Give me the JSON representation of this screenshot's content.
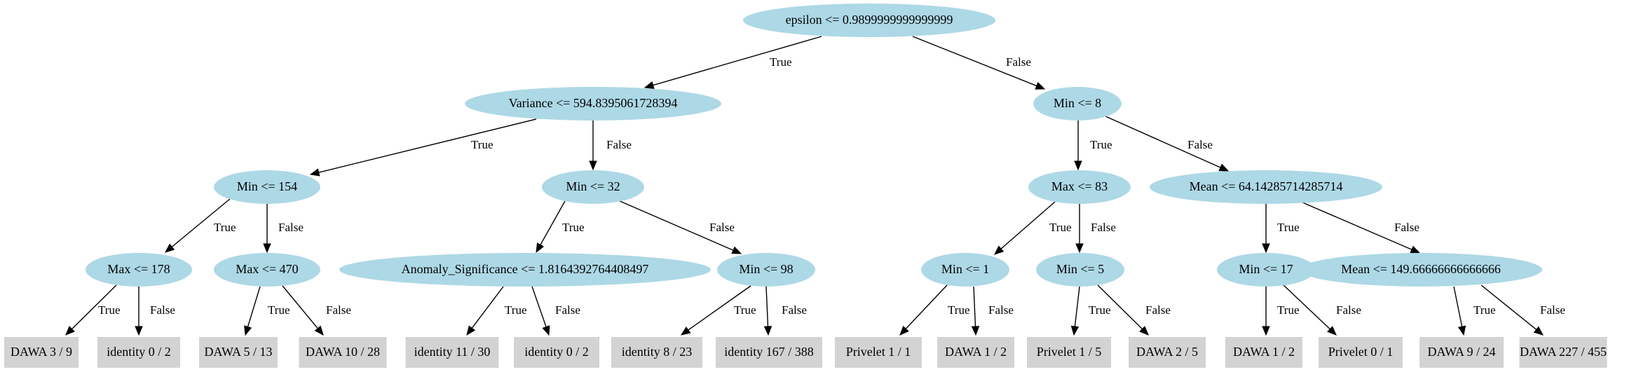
{
  "tree": {
    "n0": "epsilon <= 0.9899999999999999",
    "n1": "Variance <= 594.8395061728394",
    "n2": "Min <= 8",
    "n3": "Min <= 154",
    "n4": "Min <= 32",
    "n5": "Max <= 83",
    "n6": "Mean <= 64.14285714285714",
    "n7": "Max <= 178",
    "n8": "Max <= 470",
    "n9": "Anomaly_Significance <= 1.8164392764408497",
    "n10": "Min <= 98",
    "n11": "Min <= 1",
    "n12": "Min <= 5",
    "n13": "Min <= 17",
    "n14": "Mean <= 149.66666666666666",
    "l1": "DAWA 3 / 9",
    "l2": "identity 0 / 2",
    "l3": "DAWA 5 / 13",
    "l4": "DAWA 10 / 28",
    "l5": "identity 11 / 30",
    "l6": "identity 0 / 2",
    "l7": "identity 8 / 23",
    "l8": "identity 167 / 388",
    "l9": "Privelet 1 / 1",
    "l10": "DAWA 1 / 2",
    "l11": "Privelet 1 / 5",
    "l12": "DAWA 2 / 5",
    "l13": "DAWA 1 / 2",
    "l14": "Privelet 0 / 1",
    "l15": "DAWA 9 / 24",
    "l16": "DAWA 227 / 455"
  },
  "labels": {
    "true": "True",
    "false": "False"
  }
}
